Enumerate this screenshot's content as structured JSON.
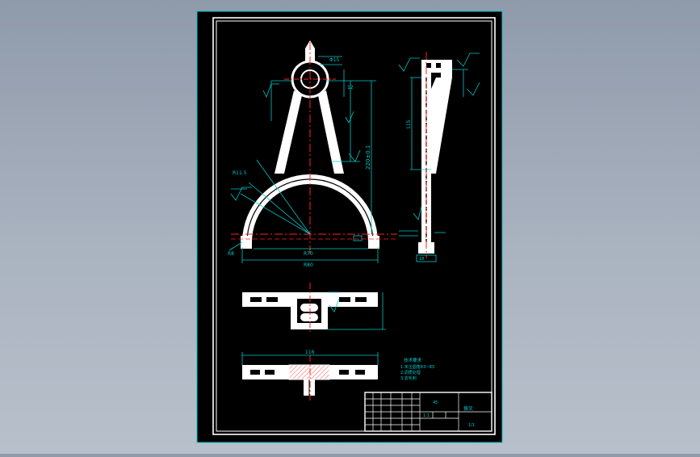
{
  "drawing": {
    "colors": {
      "background": "#000000",
      "outline": "#ffffff",
      "dimension": "#00c8c8",
      "centerline": "#ff2020",
      "hatch": "#ff6a6a",
      "viewport_bg": "#9aa4b3"
    },
    "dims": {
      "front_height": "220±0.1",
      "front_width": "R80",
      "front_inner": "R70",
      "radius_small": "R11.5",
      "hole": "Φ15",
      "top_dim": "12",
      "side_height": "115",
      "side_width": "18",
      "plan_width": "116",
      "bottom_dim": "R8"
    },
    "notes": {
      "title": "技术要求",
      "line1": "1.未注圆角R3~R5",
      "line2": "2.调质处理",
      "line3": "3.去毛刺"
    },
    "title_block": {
      "part_name": "拨叉",
      "material": "45",
      "scale": "1:1",
      "sheet": "1/1"
    }
  }
}
